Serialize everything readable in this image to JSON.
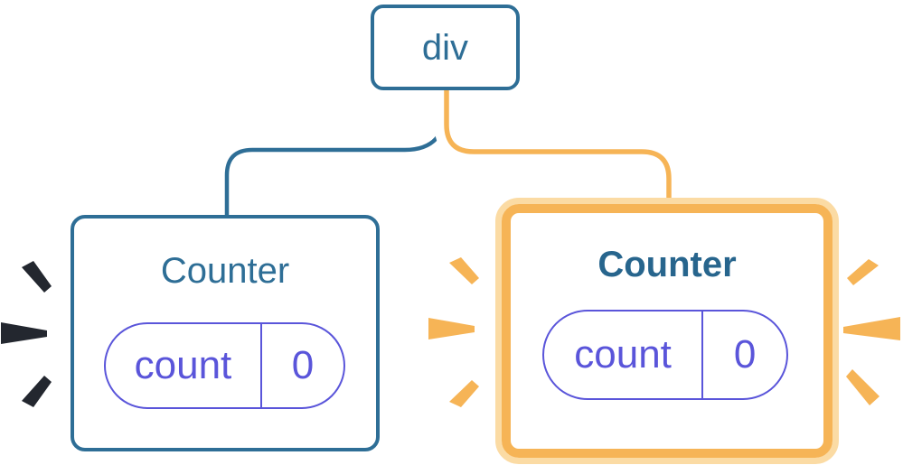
{
  "colors": {
    "blue": "#2E6E96",
    "blue-bold": "#27658D",
    "purple": "#5A55DA",
    "orange": "#F6B456",
    "halo": "#FBDBA4",
    "spark-dark": "#23272F",
    "tube": "#FFFFFF",
    "background": "#FFFFFF"
  },
  "tree": {
    "root": {
      "label": "div"
    },
    "children": [
      {
        "title": "Counter",
        "state": {
          "key": "count",
          "value": "0"
        },
        "highlighted": false
      },
      {
        "title": "Counter",
        "state": {
          "key": "count",
          "value": "0"
        },
        "highlighted": true
      }
    ]
  }
}
